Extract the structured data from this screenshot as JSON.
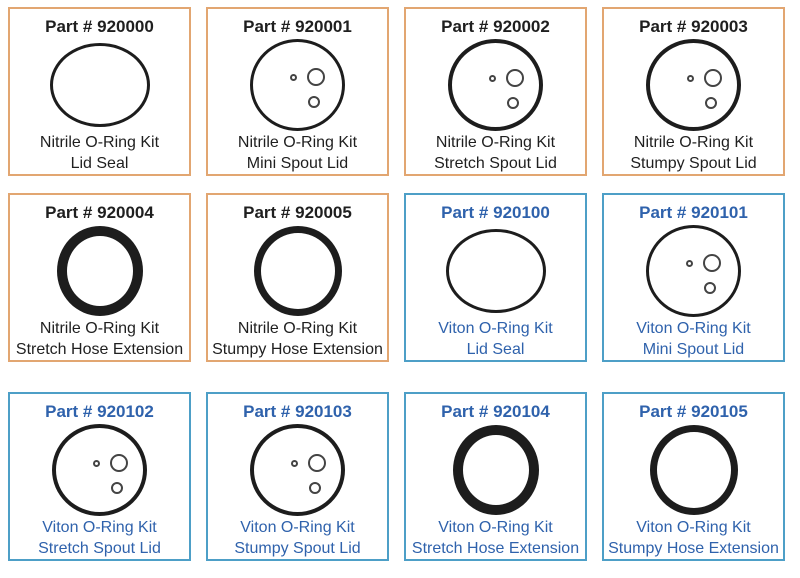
{
  "palette": {
    "nitrile_border": "#E2A671",
    "nitrile_text": "#1F1F1F",
    "viton_border": "#4D9FC7",
    "viton_text": "#2F62AC",
    "ring_color": "#1D1D1D",
    "background": "#FFFFFF"
  },
  "cards": [
    {
      "part": "Part # 920000",
      "name": "Nitrile O-Ring Kit",
      "variant": "Lid Seal",
      "family": "nitrile",
      "ring_style": "thin-large-ellipse"
    },
    {
      "part": "Part # 920001",
      "name": "Nitrile O-Ring Kit",
      "variant": "Mini Spout Lid",
      "family": "nitrile",
      "ring_style": "large-circle-with-three-small-rings"
    },
    {
      "part": "Part # 920002",
      "name": "Nitrile O-Ring Kit",
      "variant": "Stretch Spout Lid",
      "family": "nitrile",
      "ring_style": "large-circle-with-three-small-rings"
    },
    {
      "part": "Part # 920003",
      "name": "Nitrile O-Ring Kit",
      "variant": "Stumpy Spout Lid",
      "family": "nitrile",
      "ring_style": "large-circle-with-three-small-rings"
    },
    {
      "part": "Part # 920004",
      "name": "Nitrile O-Ring Kit",
      "variant": "Stretch Hose Extension",
      "family": "nitrile",
      "ring_style": "thick-black-ring"
    },
    {
      "part": "Part # 920005",
      "name": "Nitrile O-Ring Kit",
      "variant": "Stumpy Hose Extension",
      "family": "nitrile",
      "ring_style": "thick-black-ring"
    },
    {
      "part": "Part # 920100",
      "name": "Viton O-Ring Kit",
      "variant": "Lid Seal",
      "family": "viton",
      "ring_style": "thin-large-ellipse"
    },
    {
      "part": "Part # 920101",
      "name": "Viton O-Ring Kit",
      "variant": "Mini Spout Lid",
      "family": "viton",
      "ring_style": "large-circle-with-three-small-rings"
    },
    {
      "part": "Part # 920102",
      "name": "Viton O-Ring Kit",
      "variant": "Stretch Spout Lid",
      "family": "viton",
      "ring_style": "large-circle-with-three-small-rings"
    },
    {
      "part": "Part # 920103",
      "name": "Viton O-Ring Kit",
      "variant": "Stumpy Spout Lid",
      "family": "viton",
      "ring_style": "large-circle-with-three-small-rings"
    },
    {
      "part": "Part # 920104",
      "name": "Viton O-Ring Kit",
      "variant": "Stretch Hose Extension",
      "family": "viton",
      "ring_style": "thick-black-ring"
    },
    {
      "part": "Part # 920105",
      "name": "Viton O-Ring Kit",
      "variant": "Stumpy Hose Extension",
      "family": "viton",
      "ring_style": "thick-black-ring"
    }
  ]
}
